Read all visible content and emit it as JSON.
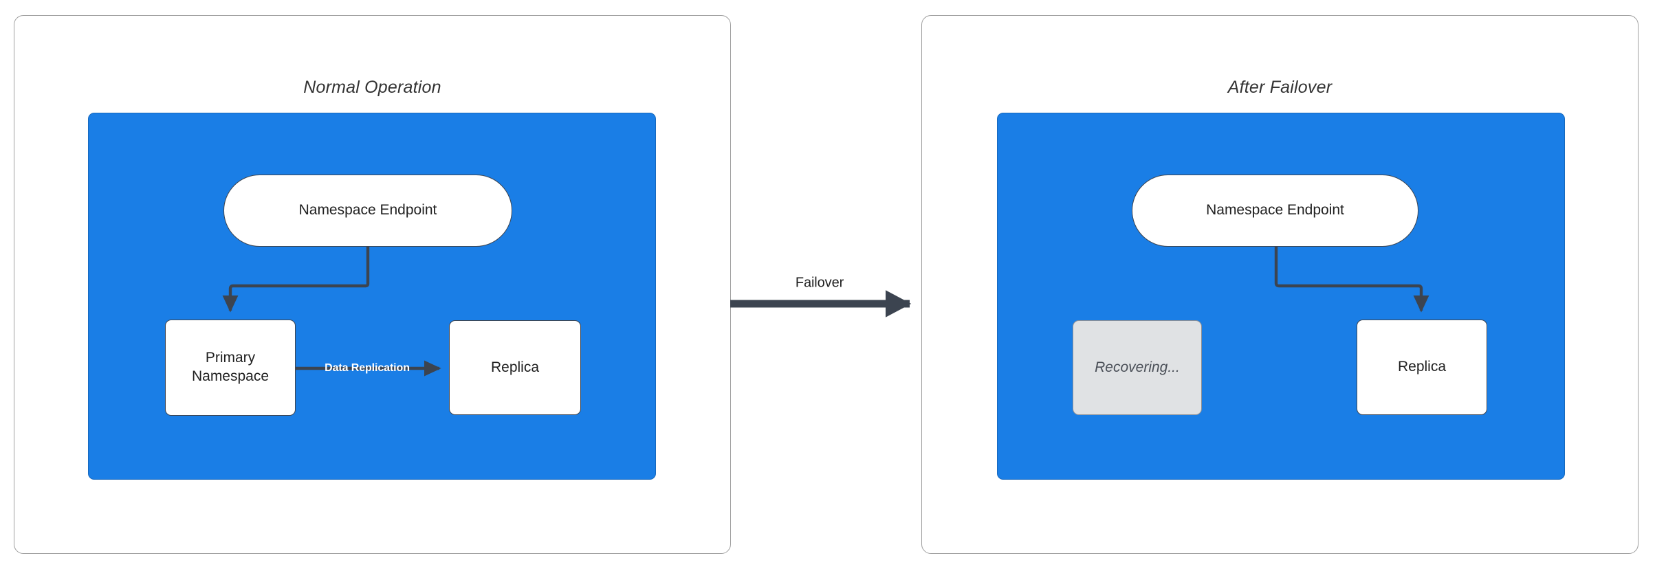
{
  "diagram": {
    "title_left": "Normal Operation",
    "title_right": "After Failover",
    "accent_blue": "#1a7ee6",
    "edge_color": "#3c4450",
    "recovering_fill": "#e0e2e4"
  },
  "panels": [
    {
      "id": "normal-operation",
      "title": "Normal Operation",
      "nodes": {
        "endpoint": "Namespace Endpoint",
        "primary": "Primary\nNamespace",
        "primary_line1": "Primary",
        "primary_line2": "Namespace",
        "replica": "Replica"
      },
      "edges": [
        {
          "from": "endpoint",
          "to": "primary",
          "label": ""
        },
        {
          "from": "primary",
          "to": "replica",
          "label": "Data Replication"
        }
      ]
    },
    {
      "id": "after-failover",
      "title": "After Failover",
      "nodes": {
        "endpoint": "Namespace Endpoint",
        "recovering": "Recovering...",
        "replica": "Replica"
      },
      "edges": [
        {
          "from": "endpoint",
          "to": "replica",
          "label": ""
        }
      ]
    }
  ],
  "transition": {
    "label": "Failover"
  }
}
